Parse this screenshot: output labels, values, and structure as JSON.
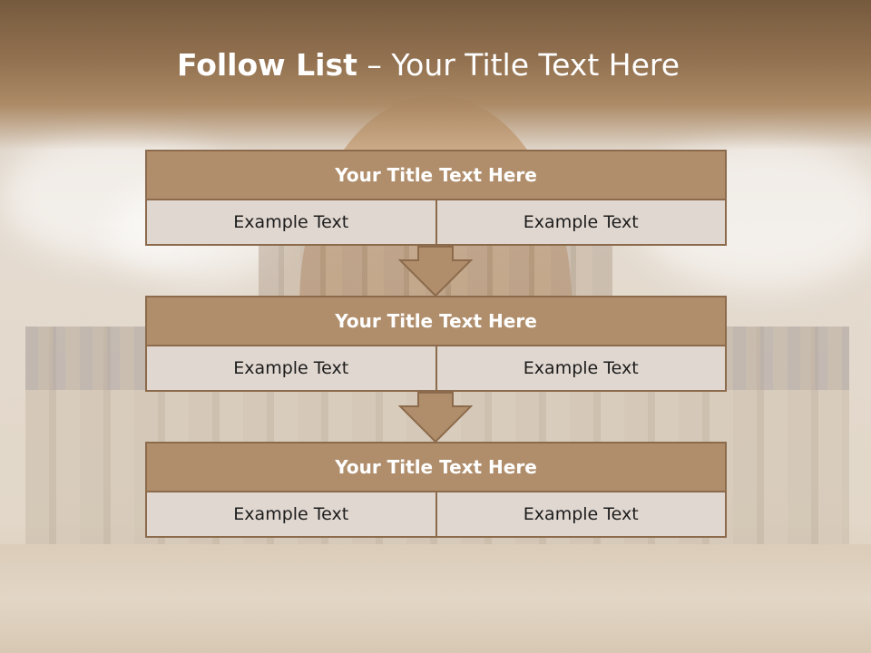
{
  "slide": {
    "title_bold": "Follow List",
    "title_rest": " – Your Title Text Here"
  },
  "blocks": [
    {
      "title": "Your Title Text Here",
      "left": "Example Text",
      "right": "Example Text"
    },
    {
      "title": "Your Title Text Here",
      "left": "Example Text",
      "right": "Example Text"
    },
    {
      "title": "Your Title Text Here",
      "left": "Example Text",
      "right": "Example Text"
    }
  ],
  "colors": {
    "header_fill": "#b08e6c",
    "cell_fill": "#e0d7d0",
    "border": "#8c6b4d",
    "arrow_fill": "#b08e6c",
    "title_text": "#ffffff"
  },
  "icons": [
    "down-arrow-icon"
  ]
}
